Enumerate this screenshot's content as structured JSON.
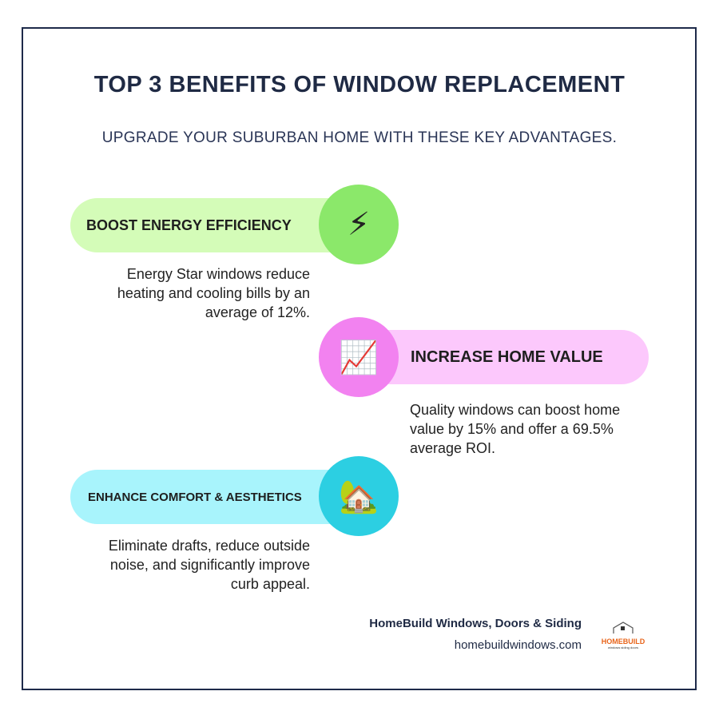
{
  "title": "TOP 3 BENEFITS OF WINDOW REPLACEMENT",
  "subtitle": "UPGRADE YOUR SUBURBAN HOME WITH THESE KEY ADVANTAGES.",
  "benefits": [
    {
      "heading": "BOOST ENERGY EFFICIENCY",
      "icon": "lightning-icon",
      "glyph": "⚡",
      "text": "Energy Star windows reduce heating and cooling bills by an average of 12%.",
      "pill_color": "#d4fcb8",
      "circle_color": "#8be86a"
    },
    {
      "heading": "INCREASE HOME VALUE",
      "icon": "chart-increasing-icon",
      "glyph": "📈",
      "text": "Quality windows can boost home value by 15% and offer a 69.5% average ROI.",
      "pill_color": "#fcc8fc",
      "circle_color": "#f282f0"
    },
    {
      "heading": "ENHANCE COMFORT & AESTHETICS",
      "icon": "house-with-garden-icon",
      "glyph": "🏡",
      "text": "Eliminate drafts, reduce outside noise, and significantly improve curb appeal.",
      "pill_color": "#a8f4fc",
      "circle_color": "#2ccfe2"
    }
  ],
  "footer": {
    "company": "HomeBuild Windows, Doors & Siding",
    "url": "homebuildwindows.com",
    "logo_text": "HOMEBUILD",
    "logo_tagline": "windows siding doors"
  }
}
